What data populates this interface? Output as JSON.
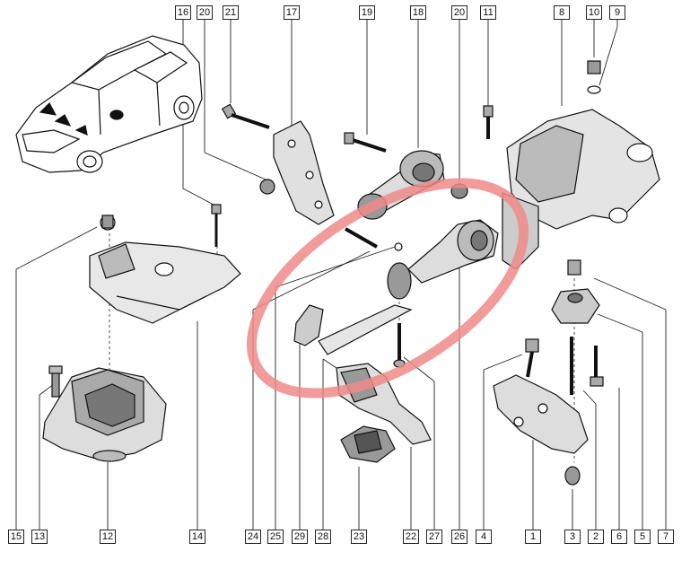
{
  "diagram": {
    "top_callouts": [
      {
        "id": "16",
        "label": "16"
      },
      {
        "id": "20a",
        "label": "20"
      },
      {
        "id": "21",
        "label": "21"
      },
      {
        "id": "17",
        "label": "17"
      },
      {
        "id": "19",
        "label": "19"
      },
      {
        "id": "18",
        "label": "18"
      },
      {
        "id": "20b",
        "label": "20"
      },
      {
        "id": "11",
        "label": "11"
      },
      {
        "id": "8",
        "label": "8"
      },
      {
        "id": "10",
        "label": "10"
      },
      {
        "id": "9",
        "label": "9"
      }
    ],
    "bottom_callouts": [
      {
        "id": "15",
        "label": "15"
      },
      {
        "id": "13",
        "label": "13"
      },
      {
        "id": "12",
        "label": "12"
      },
      {
        "id": "14",
        "label": "14"
      },
      {
        "id": "24",
        "label": "24"
      },
      {
        "id": "25",
        "label": "25"
      },
      {
        "id": "29",
        "label": "29"
      },
      {
        "id": "28",
        "label": "28"
      },
      {
        "id": "23",
        "label": "23"
      },
      {
        "id": "22",
        "label": "22"
      },
      {
        "id": "27",
        "label": "27"
      },
      {
        "id": "26",
        "label": "26"
      },
      {
        "id": "4",
        "label": "4"
      },
      {
        "id": "1",
        "label": "1"
      },
      {
        "id": "3",
        "label": "3"
      },
      {
        "id": "2",
        "label": "2"
      },
      {
        "id": "6",
        "label": "6"
      },
      {
        "id": "5",
        "label": "5"
      },
      {
        "id": "7",
        "label": "7"
      }
    ],
    "highlight_color": "#f08a8a",
    "line_color": "#222222"
  }
}
